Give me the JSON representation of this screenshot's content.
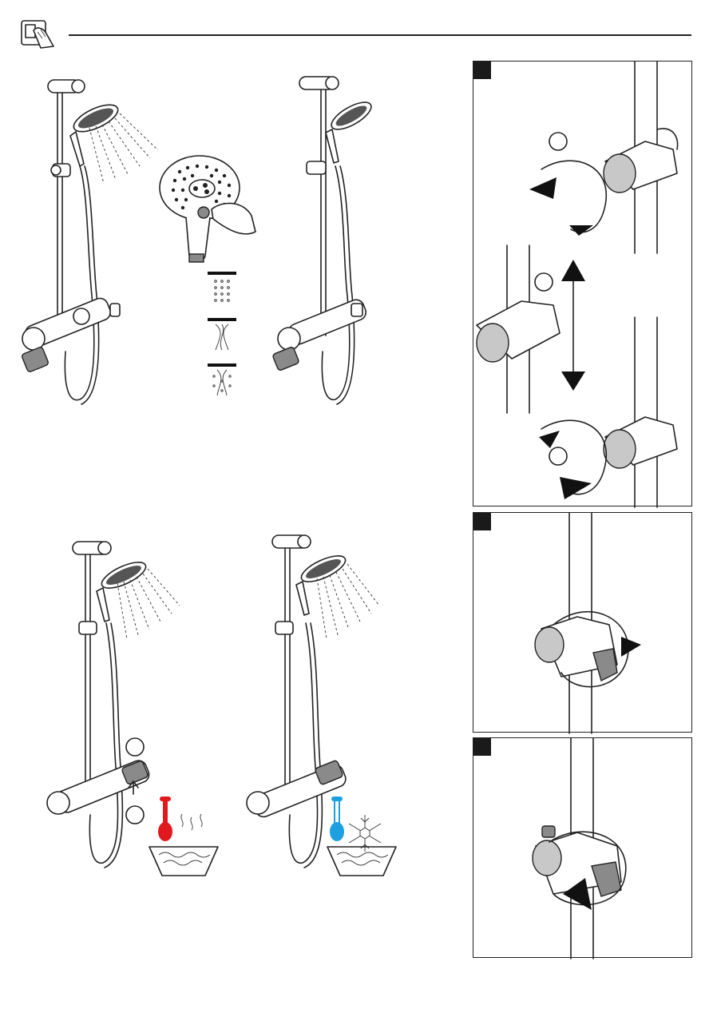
{
  "header": {
    "icon": "hand-cleaning-icon"
  },
  "colors": {
    "hot": "#e0191e",
    "cold": "#1e9fe0",
    "ink": "#222222",
    "metal": "#8a8a8a"
  },
  "illustrations": {
    "spray_modes": [
      "spray-rain-icon",
      "spray-massage-icon",
      "spray-mix-icon"
    ],
    "panels": [
      "panel-1",
      "panel-2",
      "panel-3"
    ]
  }
}
